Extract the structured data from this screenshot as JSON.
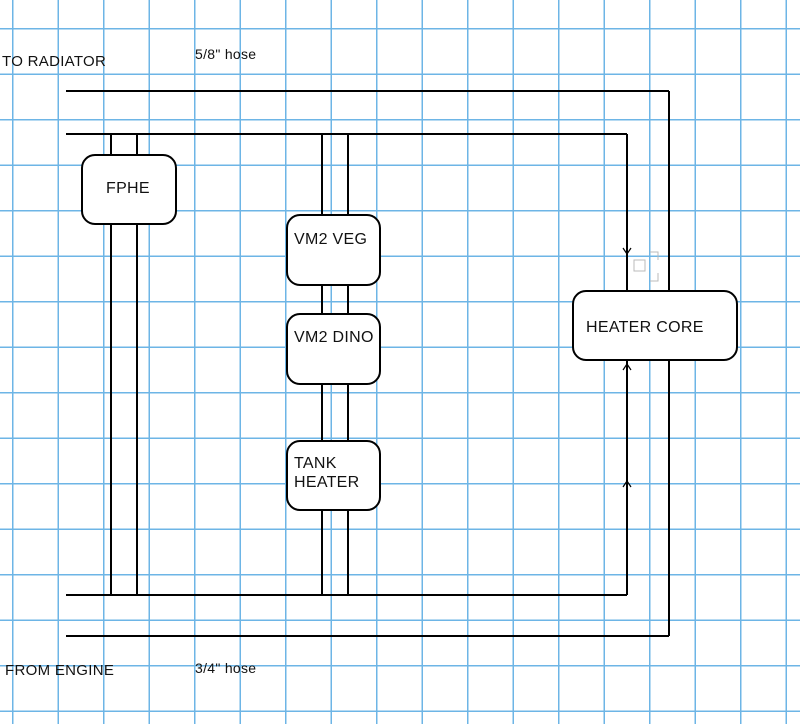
{
  "labels": {
    "to_radiator": "TO  RADIATOR",
    "from_engine": "FROM ENGINE",
    "top_hose": "5/8\"  hose",
    "bottom_hose": "3/4\"  hose"
  },
  "components": {
    "fphe": "FPHE",
    "vm2_veg": "VM2 VEG",
    "vm2_dino": "VM2 DINO",
    "tank_heater": "TANK\nHEATER",
    "heater_core": "HEATER CORE"
  },
  "colors": {
    "grid": "#6db5e6",
    "line": "#000000"
  }
}
